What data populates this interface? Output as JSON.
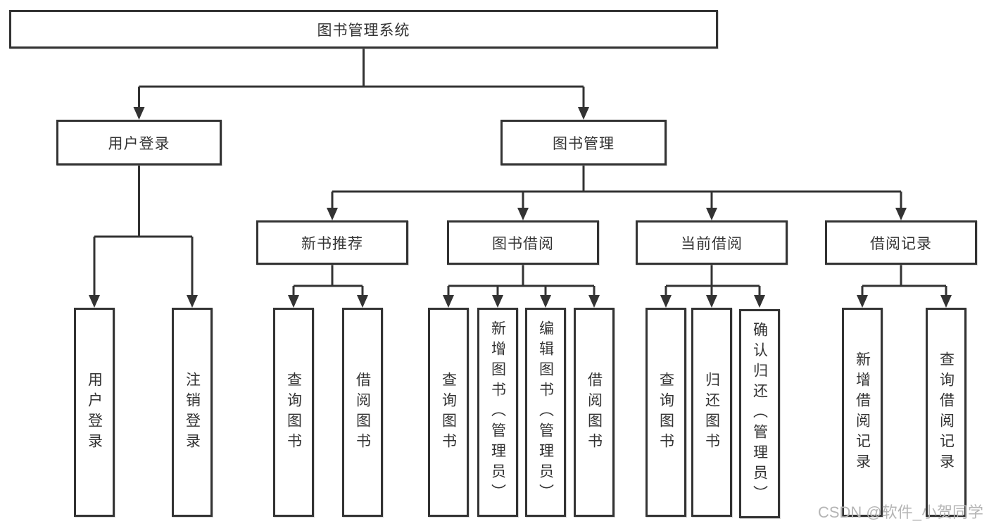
{
  "page": {
    "background": "#ffffff"
  },
  "colors": {
    "line": "#333333",
    "node_border": "#333333",
    "node_fill": "#ffffff",
    "text": "#333333",
    "watermark_text": "#b5b5b5"
  },
  "watermark": {
    "label": "CSDN @软件_小贺同学"
  },
  "diagram": {
    "type": "tree",
    "root": {
      "label": "图书管理系统"
    },
    "branches": [
      {
        "label": "用户登录",
        "children": [
          {
            "label": "用户登录"
          },
          {
            "label": "注销登录"
          }
        ]
      },
      {
        "label": "图书管理",
        "children": [
          {
            "label": "新书推荐",
            "children": [
              {
                "label": "查询图书"
              },
              {
                "label": "借阅图书"
              }
            ]
          },
          {
            "label": "图书借阅",
            "children": [
              {
                "label": "查询图书"
              },
              {
                "label": "新增图书（管理员）"
              },
              {
                "label": "编辑图书（管理员）"
              },
              {
                "label": "借阅图书"
              }
            ]
          },
          {
            "label": "当前借阅",
            "children": [
              {
                "label": "查询图书"
              },
              {
                "label": "归还图书"
              },
              {
                "label": "确认归还（管理员）"
              }
            ]
          },
          {
            "label": "借阅记录",
            "children": [
              {
                "label": "新增借阅记录"
              },
              {
                "label": "查询借阅记录"
              }
            ]
          }
        ]
      }
    ]
  }
}
